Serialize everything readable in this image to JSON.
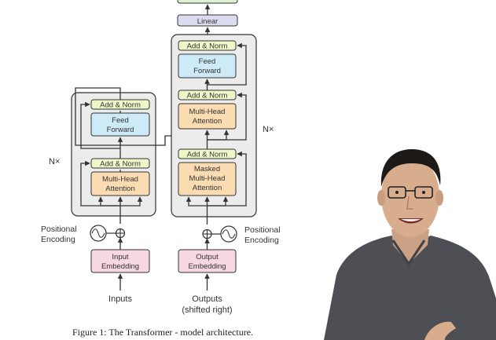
{
  "figure": {
    "caption": "Figure 1: The Transformer - model architecture.",
    "encoder": {
      "add_norm_top": "Add & Norm",
      "feed_forward": [
        "Feed",
        "Forward"
      ],
      "add_norm_bottom": "Add & Norm",
      "attention": [
        "Multi-Head",
        "Attention"
      ],
      "repeat": "N×",
      "positional": [
        "Positional",
        "Encoding"
      ],
      "embedding": [
        "Input",
        "Embedding"
      ],
      "input_label": "Inputs"
    },
    "decoder": {
      "linear": "Linear",
      "add_norm_top": "Add & Norm",
      "feed_forward": [
        "Feed",
        "Forward"
      ],
      "add_norm_mid": "Add & Norm",
      "attention": [
        "Multi-Head",
        "Attention"
      ],
      "add_norm_bottom": "Add & Norm",
      "masked_attention": [
        "Masked",
        "Multi-Head",
        "Attention"
      ],
      "repeat": "N×",
      "positional": [
        "Positional",
        "Encoding"
      ],
      "embedding": [
        "Output",
        "Embedding"
      ],
      "output_label": [
        "Outputs",
        "(shifted right)"
      ]
    }
  },
  "colors": {
    "block_bg": "#ececec",
    "add_norm": "#eef7c8",
    "feed_forward": "#cdeaf7",
    "attention": "#fbdcb2",
    "embedding": "#f7d7e3",
    "linear": "#dcdcf0",
    "stroke": "#333333"
  },
  "presenter": {
    "shirt_color": "#4d4f55"
  }
}
